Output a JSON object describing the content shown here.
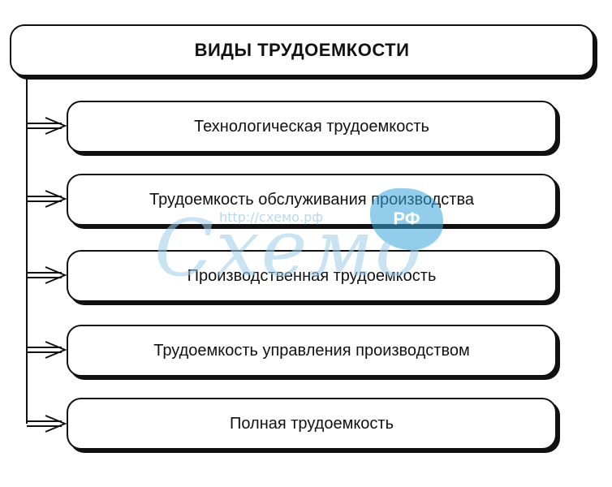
{
  "diagram": {
    "title": "ВИДЫ ТРУДОЕМКОСТИ",
    "items": [
      "Технологическая трудоемкость",
      "Трудоемкость обслуживания производства",
      "Производственная трудоемкость",
      "Трудоемкость управления производством",
      "Полная трудоемкость"
    ]
  },
  "watermark": {
    "url": "http://схемо.рф",
    "word": "Схемо",
    "badge": "РФ"
  }
}
